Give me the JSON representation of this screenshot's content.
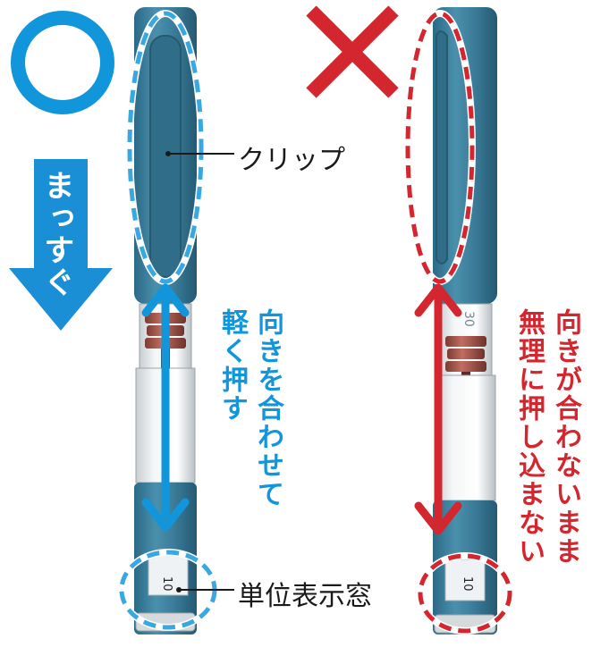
{
  "left_panel": {
    "verdict_symbol": "○",
    "arrow_text": "まっすぐ",
    "instruction_line1": "向きを合わせて",
    "instruction_line2": "軽く押す"
  },
  "right_panel": {
    "verdict_symbol": "×",
    "instruction_line1": "向きが合わないまま",
    "instruction_line2": "無理に押し込まない"
  },
  "labels": {
    "clip": "クリップ",
    "dose_window": "単位表示窓"
  },
  "pen_markings": {
    "dose_number_left": "10",
    "dose_number_right": "10",
    "cap_number_right": "30"
  },
  "colors": {
    "good": "#1296db",
    "bad": "#d3262f",
    "pen_body": "#3d7f9c",
    "pen_dark": "#2b627b",
    "piston": "#a85a4e"
  }
}
